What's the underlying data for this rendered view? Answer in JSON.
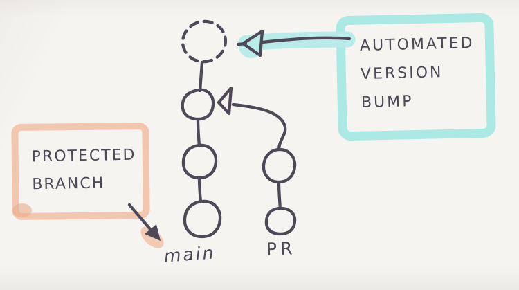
{
  "scene": {
    "background": "#f6f4f1",
    "ink_color": "#4e4857"
  },
  "labels": {
    "main_branch": "main",
    "pr_branch": "PR"
  },
  "annotations": {
    "automated_version_bump": {
      "lines": [
        "AUTOMATED",
        "VERSION",
        "BUMP"
      ],
      "box_color": "#abe9e4",
      "highlight_color": "#b9ece8"
    },
    "protected_branch": {
      "lines": [
        "PROTECTED",
        "BRANCH"
      ],
      "box_color": "#f3c7ad",
      "highlight_color": "#f3c7ad",
      "corner_color": "#eab091"
    }
  },
  "diagram": {
    "type": "git-branch-sketch",
    "branches": [
      {
        "name": "main",
        "commits": 3,
        "pending_commit_dashed": true
      },
      {
        "name": "PR",
        "commits": 2
      }
    ],
    "arrows": [
      {
        "from": "automated-version-bump-box",
        "to": "pending-commit"
      },
      {
        "from": "protected-branch-box",
        "to": "main-label"
      },
      {
        "from": "pr-branch-tip",
        "to": "main-latest-commit"
      }
    ]
  }
}
